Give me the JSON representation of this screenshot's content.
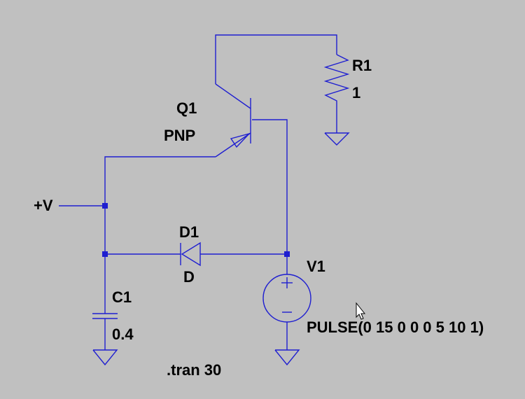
{
  "components": {
    "q1": {
      "ref": "Q1",
      "value": "PNP"
    },
    "r1": {
      "ref": "R1",
      "value": "1"
    },
    "d1": {
      "ref": "D1",
      "value": "D"
    },
    "c1": {
      "ref": "C1",
      "value": "0.4"
    },
    "v1": {
      "ref": "V1",
      "value": "PULSE(0 15 0 0 0 5 10 1)"
    }
  },
  "net_label": "+V",
  "directive": ".tran 30",
  "colors": {
    "background": "#c0c0c0",
    "wire": "#1f1fd0",
    "text": "#000000"
  }
}
